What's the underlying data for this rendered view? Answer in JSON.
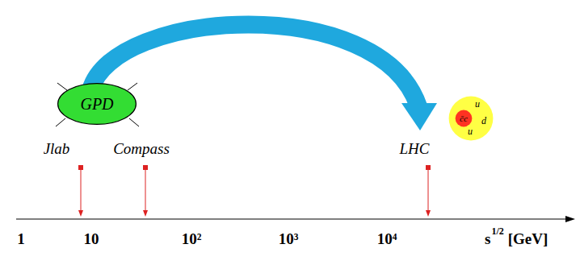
{
  "diagram": {
    "nodes": [
      {
        "text": [
          "GPD"
        ]
      },
      {
        "text": [
          "u",
          "d",
          "u"
        ]
      },
      {
        "text": [
          "c̄c"
        ],
        "in": 1
      }
    ],
    "labels": [
      "Jlab",
      "Compass",
      "LHC",
      "1",
      "10",
      "10²",
      "10³",
      "10⁴",
      "s",
      "1/2",
      "[GeV]"
    ]
  }
}
